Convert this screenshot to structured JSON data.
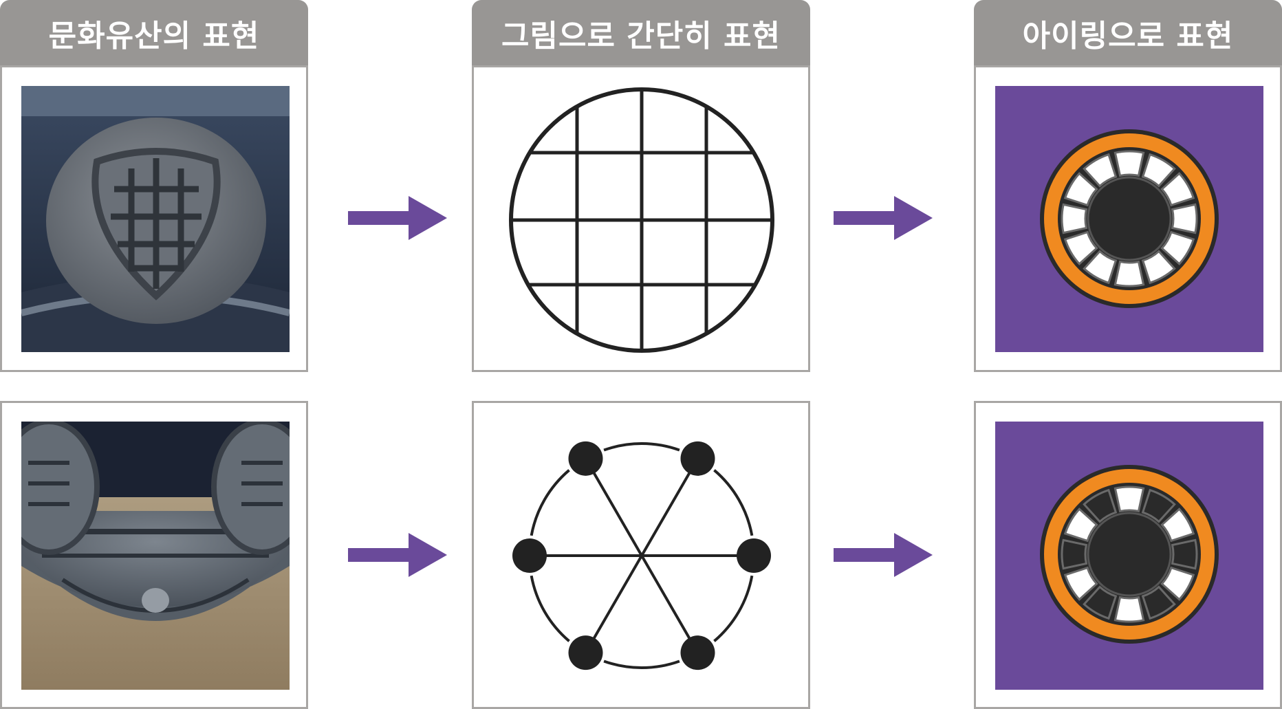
{
  "headers": {
    "col1": "문화유산의 표현",
    "col2": "그림으로 간단히 표현",
    "col3": "아이링으로 표현"
  },
  "colors": {
    "header_bg": "#989694",
    "panel_border": "#a8a6a4",
    "arrow": "#6a4a9a",
    "icon_bg": "#6a4a9a",
    "ring_orange": "#f08a20",
    "dark": "#2a2a2a",
    "white": "#ffffff"
  },
  "rows": [
    {
      "photo": "roof-tile-grid-medallion",
      "drawing": "circle-grid-icon",
      "ring": "ring-icon-all-white-segments"
    },
    {
      "photo": "roof-tile-eave-ornament",
      "drawing": "hexagon-dots-spokes-icon",
      "ring": "ring-icon-alternating-segments"
    }
  ]
}
